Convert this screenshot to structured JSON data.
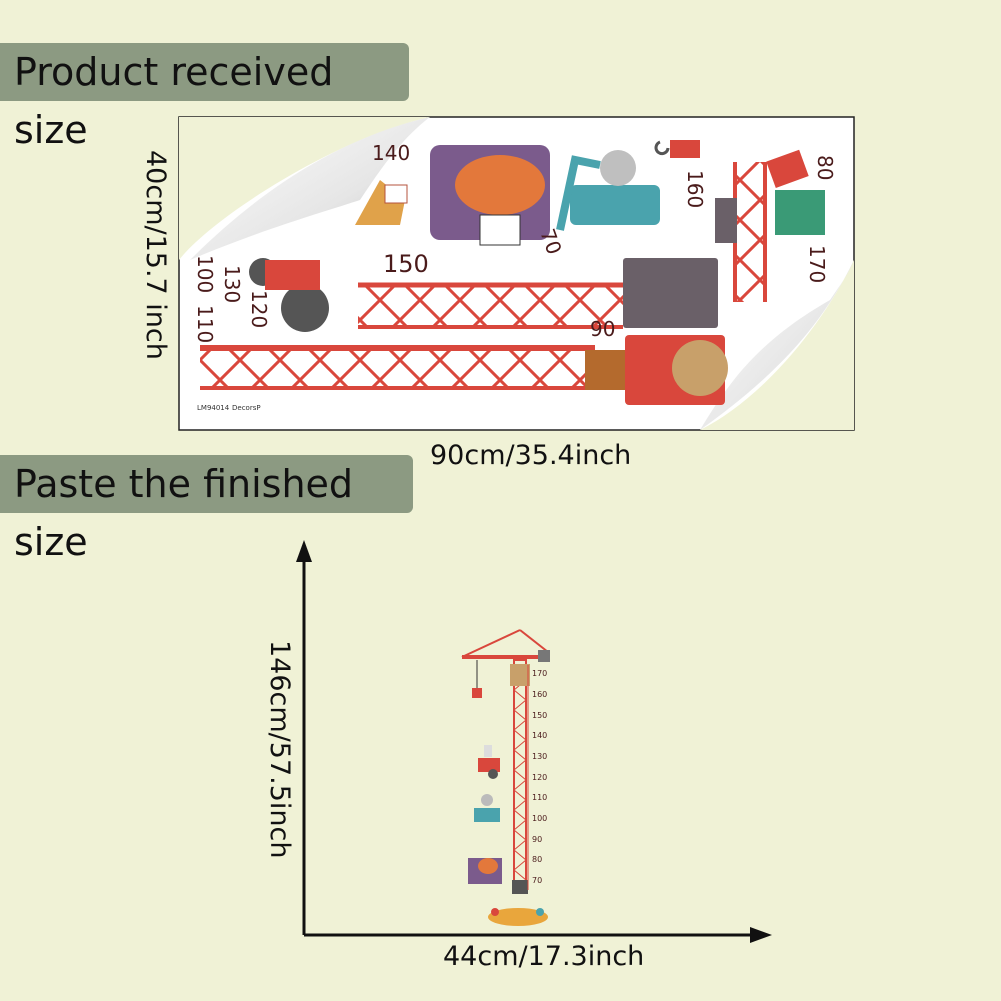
{
  "labels": {
    "received": "Product received size",
    "finished": "Paste the finished size"
  },
  "dimensions": {
    "received_width": "90cm/35.4inch",
    "received_height": "40cm/15.7 inch",
    "finished_width": "44cm/17.3inch",
    "finished_height": "146cm/57.5inch"
  },
  "sheet": {
    "code": "LM94014",
    "brand": "DecorsP",
    "numbers": [
      "150",
      "160",
      "170",
      "80",
      "70",
      "90",
      "130",
      "120",
      "110",
      "100",
      "140"
    ]
  },
  "ruler": {
    "marks": [
      "170",
      "160",
      "150",
      "140",
      "130",
      "120",
      "110",
      "100",
      "90",
      "80",
      "70"
    ]
  },
  "colors": {
    "background": "#f0f2d6",
    "label_bg": "#8c9a82",
    "crane_red": "#d9473c"
  }
}
